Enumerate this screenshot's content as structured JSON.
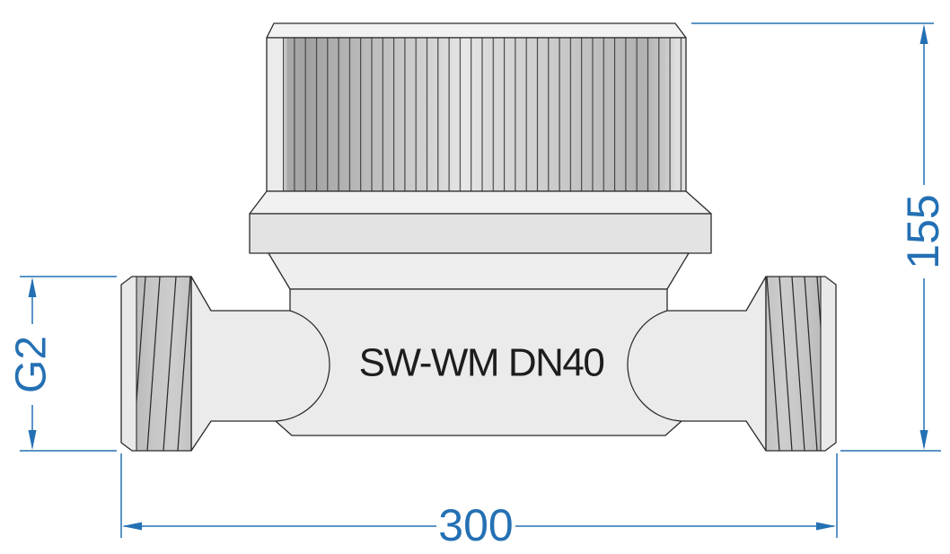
{
  "product_label": "SW-WM DN40",
  "dimensions": {
    "overall_height": {
      "label": "155",
      "position": "right",
      "orientation": "vertical"
    },
    "overall_length": {
      "label": "300",
      "position": "bottom",
      "orientation": "horizontal"
    },
    "connection_thread": {
      "label": "G2",
      "position": "left",
      "orientation": "vertical"
    }
  },
  "colors": {
    "dimension_annotation": "#2470b4",
    "outline": "#2b2b2b",
    "body_fill": "#ebebeb",
    "collar_fill": "#e3e3e3",
    "background": "#ffffff"
  }
}
